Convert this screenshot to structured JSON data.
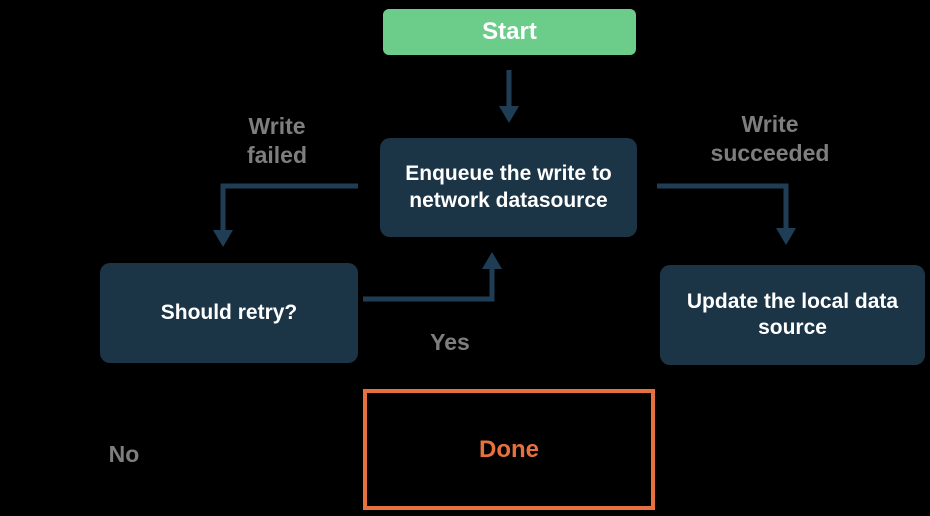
{
  "colors": {
    "background": "#000000",
    "start_green": "#6CCD8B",
    "node_navy": "#1B3547",
    "edge_line_navy": "#1F3E55",
    "label_gray": "#7E7E7E",
    "done_orange": "#E7713E",
    "node_text_white": "#FFFFFF"
  },
  "nodes": {
    "start": {
      "label": "Start"
    },
    "enqueue": {
      "label": "Enqueue the write to network datasource"
    },
    "should_retry": {
      "label": "Should retry?"
    },
    "update_local": {
      "label": "Update the local data source"
    },
    "done": {
      "label": "Done"
    }
  },
  "edge_labels": {
    "write_failed": "Write failed",
    "write_succeeded": "Write succeeded",
    "yes": "Yes",
    "no": "No"
  }
}
